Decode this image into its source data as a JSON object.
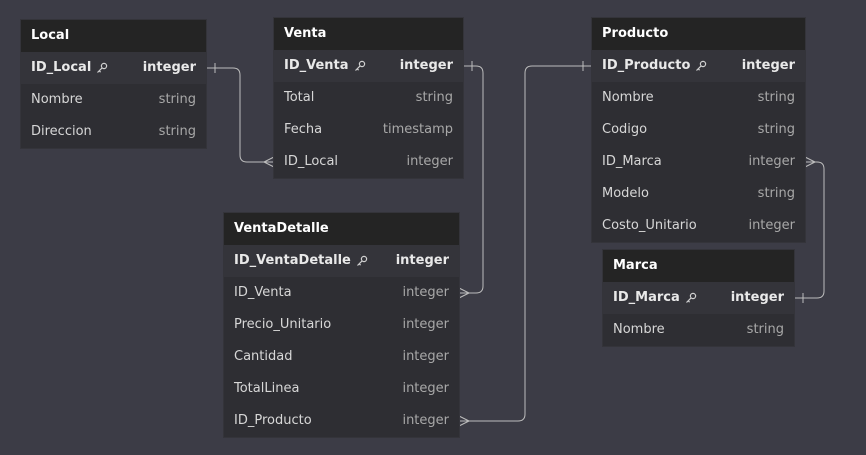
{
  "diagram": {
    "tables": [
      {
        "name": "Local",
        "columns": [
          {
            "name": "ID_Local",
            "type": "integer",
            "pk": true
          },
          {
            "name": "Nombre",
            "type": "string",
            "pk": false
          },
          {
            "name": "Direccion",
            "type": "string",
            "pk": false
          }
        ]
      },
      {
        "name": "Venta",
        "columns": [
          {
            "name": "ID_Venta",
            "type": "integer",
            "pk": true
          },
          {
            "name": "Total",
            "type": "string",
            "pk": false
          },
          {
            "name": "Fecha",
            "type": "timestamp",
            "pk": false
          },
          {
            "name": "ID_Local",
            "type": "integer",
            "pk": false
          }
        ]
      },
      {
        "name": "VentaDetalle",
        "columns": [
          {
            "name": "ID_VentaDetalle",
            "type": "integer",
            "pk": true
          },
          {
            "name": "ID_Venta",
            "type": "integer",
            "pk": false
          },
          {
            "name": "Precio_Unitario",
            "type": "integer",
            "pk": false
          },
          {
            "name": "Cantidad",
            "type": "integer",
            "pk": false
          },
          {
            "name": "TotalLinea",
            "type": "integer",
            "pk": false
          },
          {
            "name": "ID_Producto",
            "type": "integer",
            "pk": false
          }
        ]
      },
      {
        "name": "Producto",
        "columns": [
          {
            "name": "ID_Producto",
            "type": "integer",
            "pk": true
          },
          {
            "name": "Nombre",
            "type": "string",
            "pk": false
          },
          {
            "name": "Codigo",
            "type": "string",
            "pk": false
          },
          {
            "name": "ID_Marca",
            "type": "integer",
            "pk": false
          },
          {
            "name": "Modelo",
            "type": "string",
            "pk": false
          },
          {
            "name": "Costo_Unitario",
            "type": "integer",
            "pk": false
          }
        ]
      },
      {
        "name": "Marca",
        "columns": [
          {
            "name": "ID_Marca",
            "type": "integer",
            "pk": true
          },
          {
            "name": "Nombre",
            "type": "string",
            "pk": false
          }
        ]
      }
    ],
    "relationships": [
      {
        "from_table": "Local",
        "from_column": "ID_Local",
        "to_table": "Venta",
        "to_column": "ID_Local",
        "cardinality": "one-to-many"
      },
      {
        "from_table": "Venta",
        "from_column": "ID_Venta",
        "to_table": "VentaDetalle",
        "to_column": "ID_Venta",
        "cardinality": "one-to-many"
      },
      {
        "from_table": "Producto",
        "from_column": "ID_Producto",
        "to_table": "VentaDetalle",
        "to_column": "ID_Producto",
        "cardinality": "one-to-many"
      },
      {
        "from_table": "Marca",
        "from_column": "ID_Marca",
        "to_table": "Producto",
        "to_column": "ID_Marca",
        "cardinality": "one-to-many"
      }
    ]
  },
  "colors": {
    "background": "#3c3c46",
    "entity_body": "#2e2e33",
    "entity_header": "#242424",
    "pk_row": "#34343a",
    "connector": "#bdbdbd",
    "text_primary": "#d7d7d7",
    "text_type": "#a8a8a8"
  },
  "icons": {
    "primary_key": "key-icon",
    "relation_one": "crow-foot-one-icon",
    "relation_many": "crow-foot-many-icon"
  }
}
